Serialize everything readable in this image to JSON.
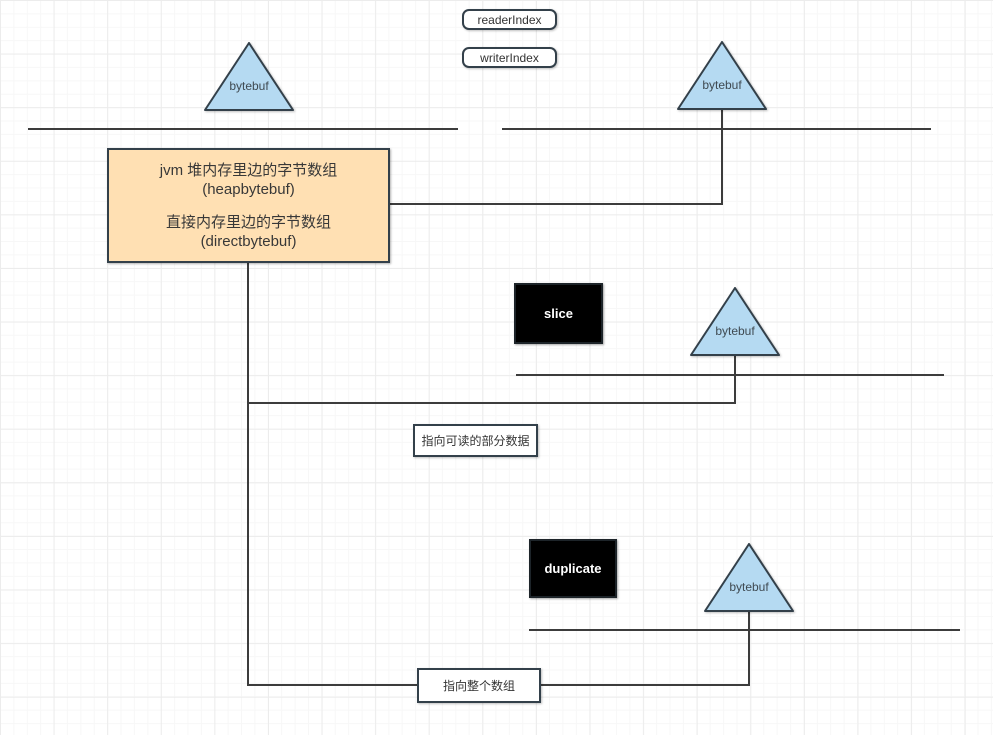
{
  "colors": {
    "line": "#3c3c3c",
    "triangle_fill": "#b5daf2",
    "triangle_stroke": "#33404a",
    "heap_box_fill": "#ffe0b3",
    "black_box_fill": "#000000",
    "box_border": "#33404a",
    "text": "#383838"
  },
  "index_badges": {
    "reader_label": "readerIndex",
    "writer_label": "writerIndex"
  },
  "triangles": [
    {
      "label": "bytebuf"
    },
    {
      "label": "bytebuf"
    },
    {
      "label": "bytebuf"
    },
    {
      "label": "bytebuf"
    }
  ],
  "heap_box": {
    "line1": "jvm 堆内存里边的字节数组",
    "line2": "(heapbytebuf)",
    "line3": "直接内存里边的字节数组",
    "line4": "(directbytebuf)"
  },
  "operation_boxes": {
    "slice_label": "slice",
    "duplicate_label": "duplicate"
  },
  "notes": {
    "slice_note": "指向可读的部分数据",
    "duplicate_note": "指向整个数组"
  }
}
